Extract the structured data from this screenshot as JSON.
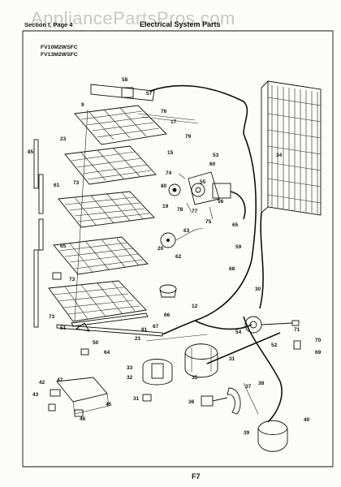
{
  "header": {
    "section": "Section I, Page 4",
    "title": "Electrical System Parts",
    "models": [
      "FV10M2WSFC",
      "FV13M2WSFC"
    ]
  },
  "watermark": "AppliancePartsPros.com",
  "footer": {
    "page_code": "F7"
  },
  "callouts": [
    {
      "id": "c58",
      "text": "58"
    },
    {
      "id": "c57",
      "text": "57"
    },
    {
      "id": "c9",
      "text": "9"
    },
    {
      "id": "c76",
      "text": "76"
    },
    {
      "id": "c17",
      "text": "17"
    },
    {
      "id": "c23",
      "text": "23"
    },
    {
      "id": "c79",
      "text": "79"
    },
    {
      "id": "c85",
      "text": "85"
    },
    {
      "id": "c15",
      "text": "15"
    },
    {
      "id": "c34",
      "text": "34"
    },
    {
      "id": "c53",
      "text": "53"
    },
    {
      "id": "c60",
      "text": "60"
    },
    {
      "id": "c74",
      "text": "74"
    },
    {
      "id": "c73a",
      "text": "73"
    },
    {
      "id": "c61",
      "text": "61"
    },
    {
      "id": "c80",
      "text": "80"
    },
    {
      "id": "c55",
      "text": "55"
    },
    {
      "id": "c56",
      "text": "56"
    },
    {
      "id": "c78",
      "text": "78"
    },
    {
      "id": "c77",
      "text": "77"
    },
    {
      "id": "c19",
      "text": "19"
    },
    {
      "id": "c75",
      "text": "75"
    },
    {
      "id": "c65a",
      "text": "65"
    },
    {
      "id": "c63",
      "text": "63"
    },
    {
      "id": "c59",
      "text": "59"
    },
    {
      "id": "c62",
      "text": "62"
    },
    {
      "id": "c68",
      "text": "68"
    },
    {
      "id": "c20",
      "text": "20"
    },
    {
      "id": "c65b",
      "text": "65"
    },
    {
      "id": "c30",
      "text": "30"
    },
    {
      "id": "c73b",
      "text": "73"
    },
    {
      "id": "c12",
      "text": "12"
    },
    {
      "id": "c73c",
      "text": "73"
    },
    {
      "id": "c66",
      "text": "66"
    },
    {
      "id": "c71",
      "text": "71"
    },
    {
      "id": "c70",
      "text": "70"
    },
    {
      "id": "c51",
      "text": "51"
    },
    {
      "id": "c67",
      "text": "67"
    },
    {
      "id": "c54",
      "text": "54"
    },
    {
      "id": "c52",
      "text": "52"
    },
    {
      "id": "c69",
      "text": "69"
    },
    {
      "id": "c81",
      "text": "81"
    },
    {
      "id": "c21",
      "text": "21"
    },
    {
      "id": "c50",
      "text": "50"
    },
    {
      "id": "c64",
      "text": "64"
    },
    {
      "id": "c31a",
      "text": "31"
    },
    {
      "id": "c33",
      "text": "33"
    },
    {
      "id": "c32",
      "text": "32"
    },
    {
      "id": "c35",
      "text": "35"
    },
    {
      "id": "c42",
      "text": "42"
    },
    {
      "id": "c47",
      "text": "47"
    },
    {
      "id": "c43",
      "text": "43"
    },
    {
      "id": "c45",
      "text": "45"
    },
    {
      "id": "c46",
      "text": "46"
    },
    {
      "id": "c31b",
      "text": "31"
    },
    {
      "id": "c37",
      "text": "37"
    },
    {
      "id": "c38",
      "text": "38"
    },
    {
      "id": "c36",
      "text": "36"
    },
    {
      "id": "c39",
      "text": "39"
    },
    {
      "id": "c40",
      "text": "40"
    }
  ]
}
